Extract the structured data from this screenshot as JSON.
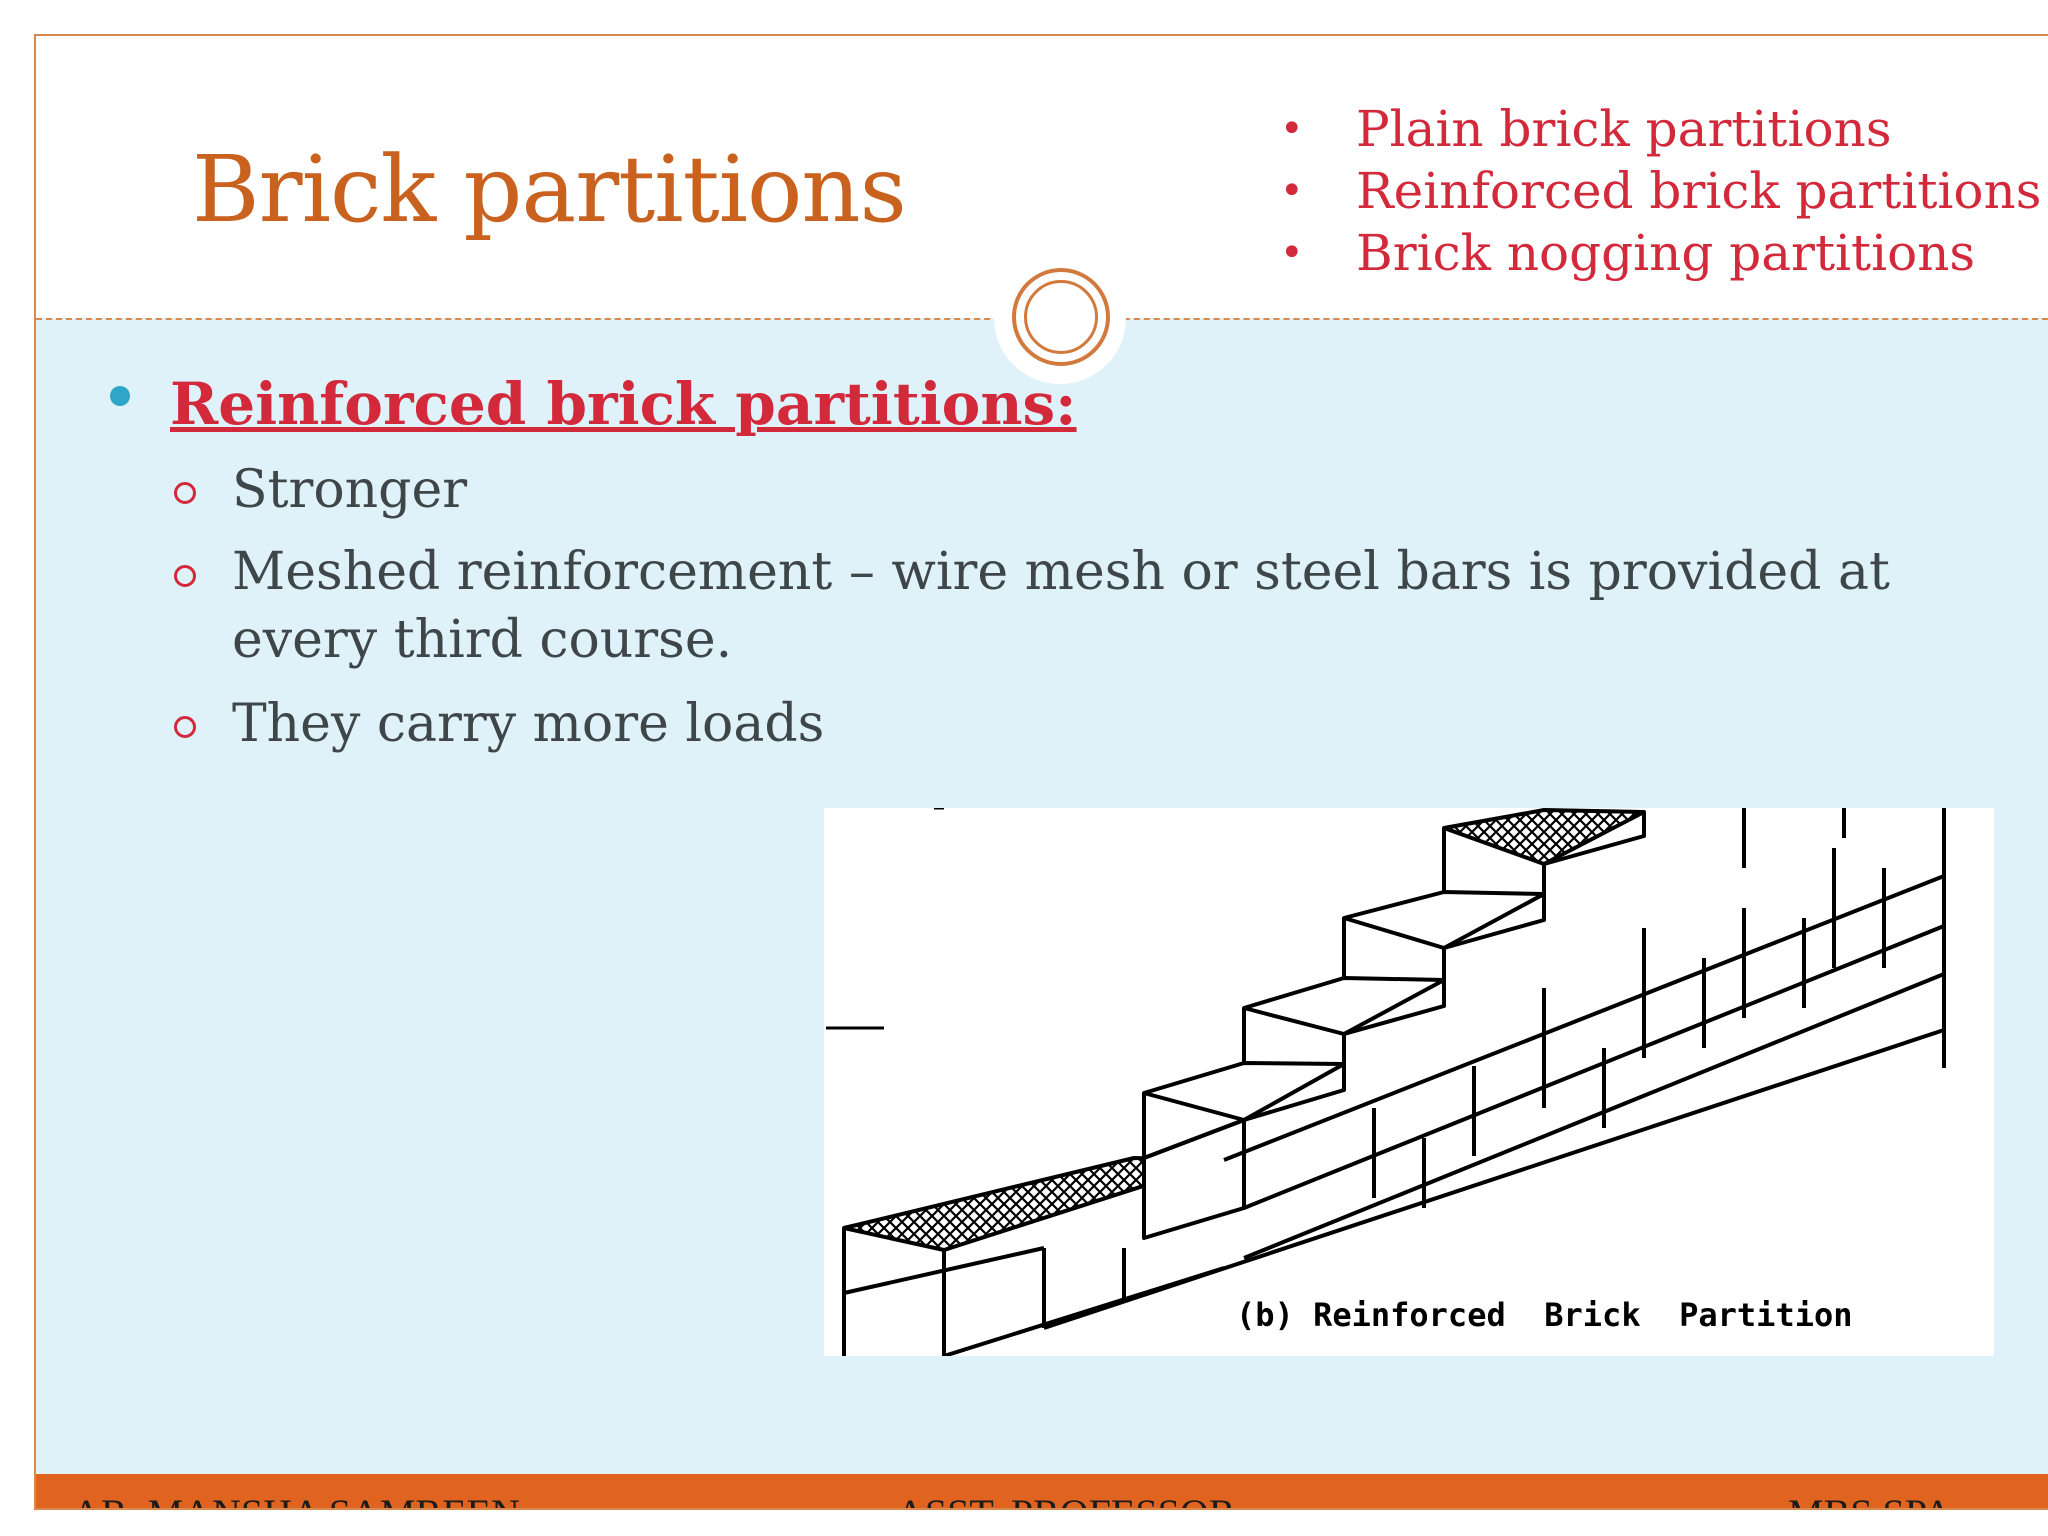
{
  "slide": {
    "title": "Brick partitions",
    "toc": [
      "Plain brick partitions",
      "Reinforced brick partitions",
      "Brick nogging partitions"
    ],
    "section_heading": "Reinforced brick partitions:",
    "points": [
      "Stronger",
      "Meshed reinforcement – wire mesh or steel bars is  provided at every third course.",
      "They carry more loads"
    ],
    "figure_caption": "(b) Reinforced  Brick  Partition"
  },
  "footer": {
    "left": "AR. MANSHA SAMREEN",
    "center": "ASST. PROFESSOR",
    "right": "MBS SPA"
  },
  "colors": {
    "title": "#c9611f",
    "accent_red": "#d2293b",
    "content_bg": "#dff2fa",
    "footer_bg": "#e06320",
    "bullet_blue": "#2fa6c6"
  }
}
